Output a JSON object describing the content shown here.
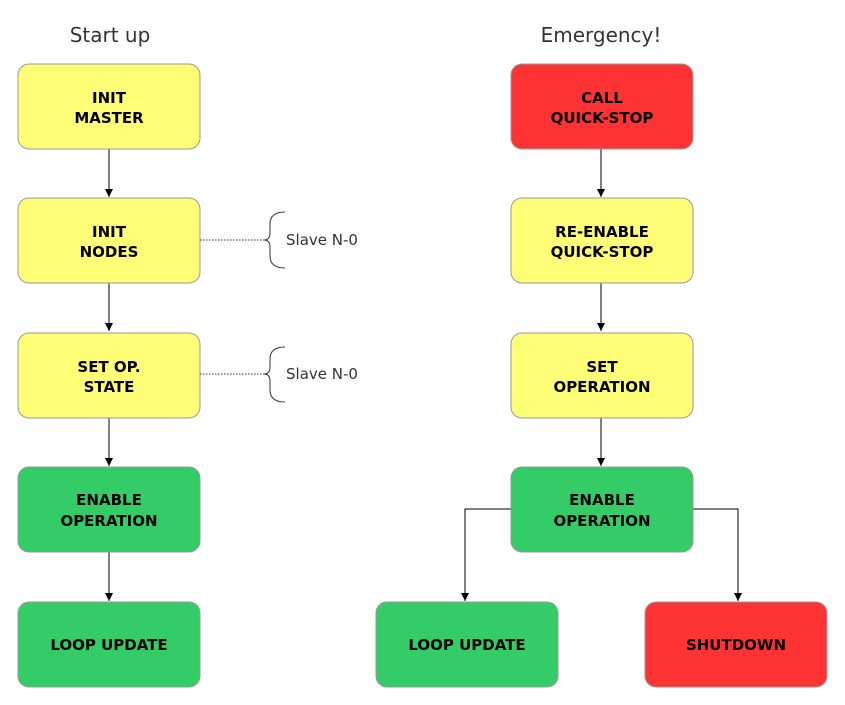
{
  "colors": {
    "yellow": "#ffff77",
    "green": "#33cc66",
    "red": "#ff3333",
    "stroke": "#999999",
    "line": "#000000"
  },
  "startup": {
    "title": "Start up",
    "boxes": [
      {
        "line1": "INIT",
        "line2": "MASTER",
        "color": "yellow"
      },
      {
        "line1": "INIT",
        "line2": "NODES",
        "color": "yellow"
      },
      {
        "line1": "SET OP.",
        "line2": "STATE",
        "color": "yellow"
      },
      {
        "line1": "ENABLE",
        "line2": "OPERATION",
        "color": "green"
      },
      {
        "line1": "LOOP UPDATE",
        "line2": "",
        "color": "green"
      }
    ],
    "notes": [
      "Slave N-0",
      "Slave N-0"
    ]
  },
  "emergency": {
    "title": "Emergency!",
    "boxes": [
      {
        "line1": "CALL",
        "line2": "QUICK-STOP",
        "color": "red"
      },
      {
        "line1": "RE-ENABLE",
        "line2": "QUICK-STOP",
        "color": "yellow"
      },
      {
        "line1": "SET",
        "line2": "OPERATION",
        "color": "yellow"
      },
      {
        "line1": "ENABLE",
        "line2": "OPERATION",
        "color": "green"
      }
    ],
    "branches": [
      {
        "line1": "LOOP UPDATE",
        "line2": "",
        "color": "green"
      },
      {
        "line1": "SHUTDOWN",
        "line2": "",
        "color": "red"
      }
    ]
  }
}
